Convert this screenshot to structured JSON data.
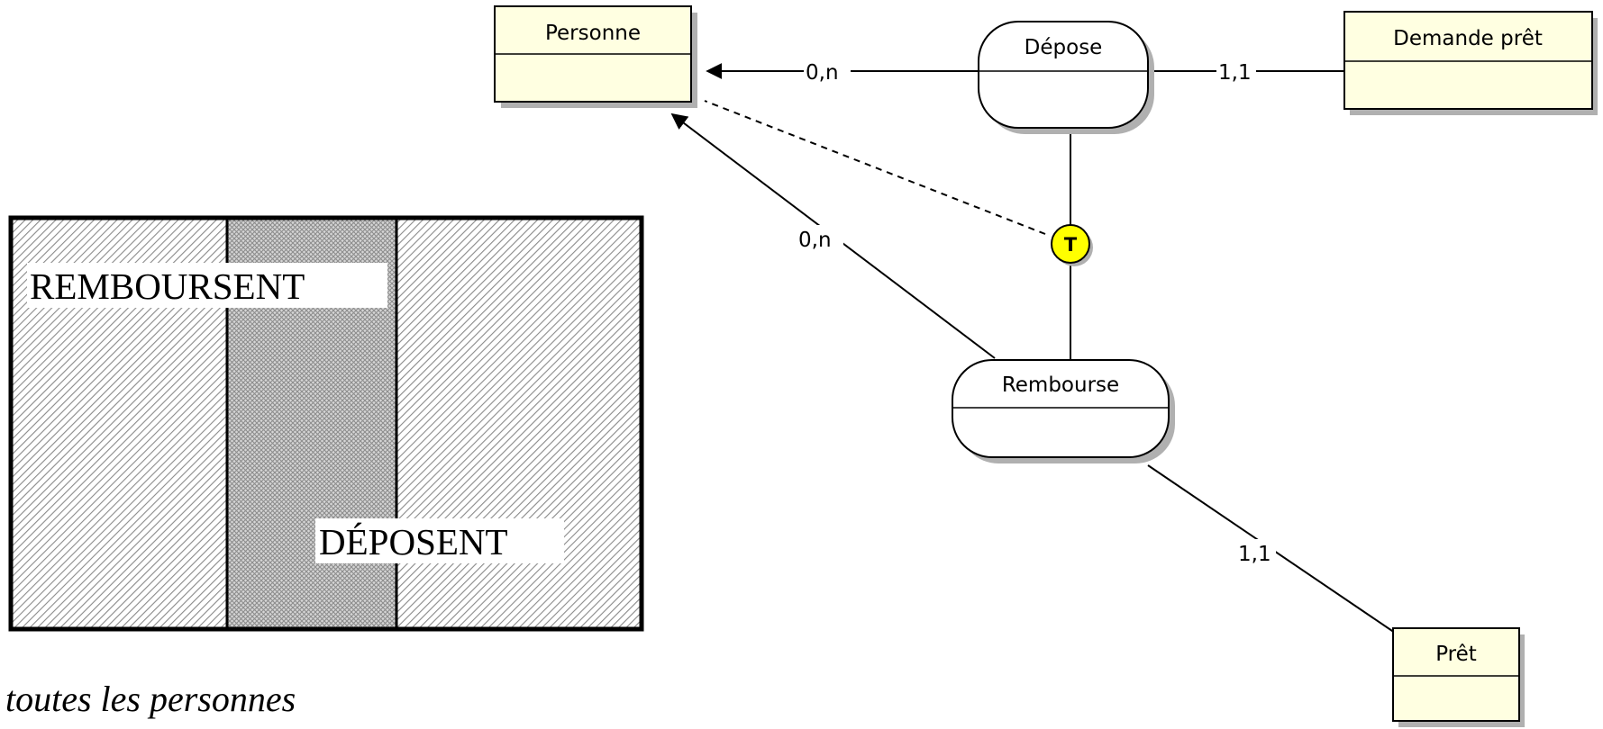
{
  "entities": {
    "personne": {
      "name": "Personne"
    },
    "demande_pret": {
      "name": "Demande prêt"
    },
    "pret": {
      "name": "Prêt"
    }
  },
  "associations": {
    "depose": {
      "name": "Dépose"
    },
    "rembourse": {
      "name": "Rembourse"
    }
  },
  "cardinalities": {
    "depose_personne": "0,n",
    "depose_demande": "1,1",
    "rembourse_personne": "0,n",
    "rembourse_pret": "1,1"
  },
  "constraint": {
    "label": "T",
    "color": "#ffff00"
  },
  "venn": {
    "left_label": "REMBOURSENT",
    "right_label": "DÉPOSENT",
    "caption": "toutes les personnes"
  },
  "colors": {
    "entity_fill": "#ffffe1",
    "shadow": "#b0b0b0",
    "outline": "#000000"
  }
}
